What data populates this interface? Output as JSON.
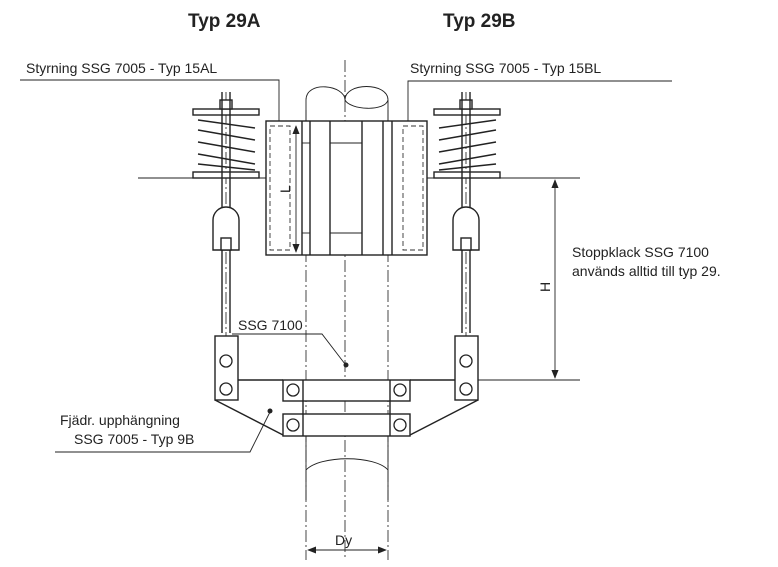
{
  "titles": {
    "left": "Typ 29A",
    "right": "Typ 29B"
  },
  "labels": {
    "guide_left": "Styrning SSG 7005 - Typ 15AL",
    "guide_right": "Styrning SSG 7005 - Typ 15BL",
    "stop_line1": "Stoppklack SSG 7100",
    "stop_line2": "används alltid till typ 29.",
    "ssg7100": "SSG 7100",
    "hanger_line1": "Fjädr. upphängning",
    "hanger_line2": "SSG 7005 - Typ 9B"
  },
  "dimensions": {
    "length": "L",
    "height": "H",
    "diameter": "Dy"
  }
}
